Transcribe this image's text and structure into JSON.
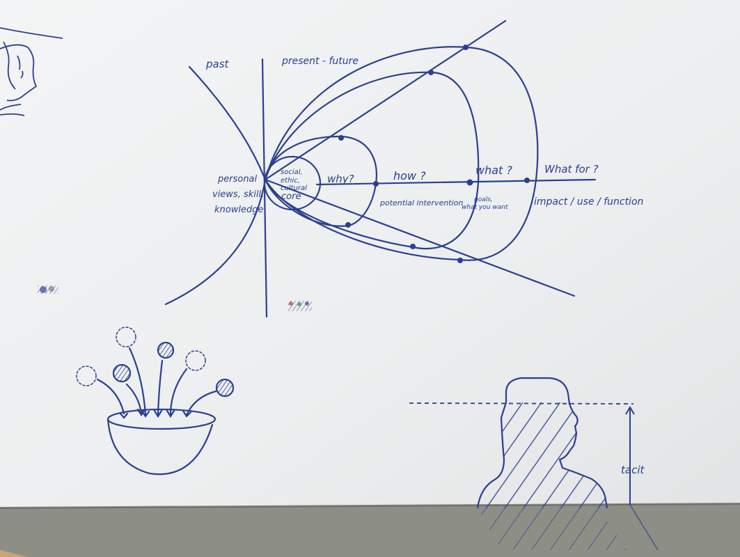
{
  "labels": {
    "past": "past",
    "present_future": "present - future",
    "personal_1": "personal",
    "personal_2": "views, skill,",
    "personal_3": "knowledge",
    "core_1": "social,",
    "core_2": "ethic,",
    "core_3": "cultural",
    "core_4": "core",
    "why": "why?",
    "how": "how ?",
    "what": "what ?",
    "what_for": "What for ?",
    "potential_intervention": "potential intervention",
    "goals_1": "goals,",
    "goals_2": "what you want",
    "impact": "impact / use / function",
    "tacit": "tacit"
  },
  "colors": {
    "ink": "#2a3f8f",
    "wall": "#eef0f1",
    "floor": "#8d8f86"
  }
}
